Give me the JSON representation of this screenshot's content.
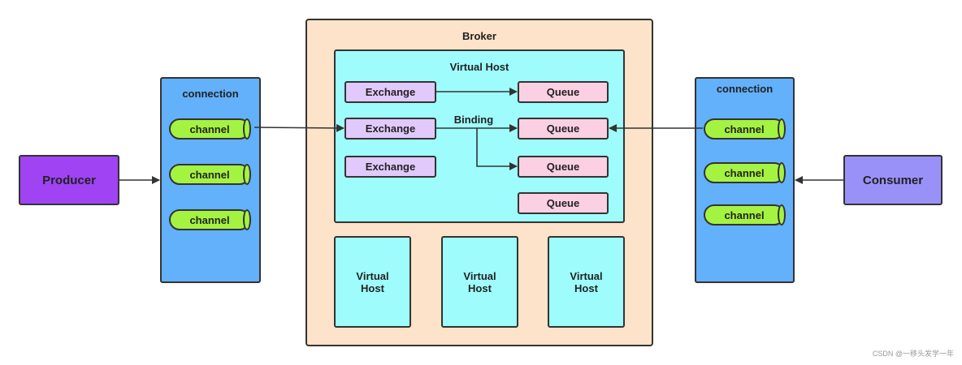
{
  "broker": {
    "title": "Broker"
  },
  "virtual_host": {
    "title": "Virtual Host",
    "exchanges": [
      "Exchange",
      "Exchange",
      "Exchange"
    ],
    "queues": [
      "Queue",
      "Queue",
      "Queue",
      "Queue"
    ],
    "binding_label": "Binding"
  },
  "other_vhosts": [
    {
      "line1": "Virtual",
      "line2": "Host"
    },
    {
      "line1": "Virtual",
      "line2": "Host"
    },
    {
      "line1": "Virtual",
      "line2": "Host"
    }
  ],
  "producer_connection": {
    "title": "connection",
    "channels": [
      "channel",
      "channel",
      "channel"
    ]
  },
  "consumer_connection": {
    "title": "connection",
    "channels": [
      "channel",
      "channel",
      "channel"
    ]
  },
  "producer": {
    "label": "Producer"
  },
  "consumer": {
    "label": "Consumer"
  },
  "watermark": "CSDN @一移头发学一年",
  "colors": {
    "broker": "#fde3c9",
    "virtual_host": "#9ffcfc",
    "connection": "#63b0fb",
    "channel": "#a5f341",
    "exchange": "#e2c9fb",
    "queue": "#fbd0e3",
    "producer": "#9f43f3",
    "consumer": "#9a91f8"
  }
}
